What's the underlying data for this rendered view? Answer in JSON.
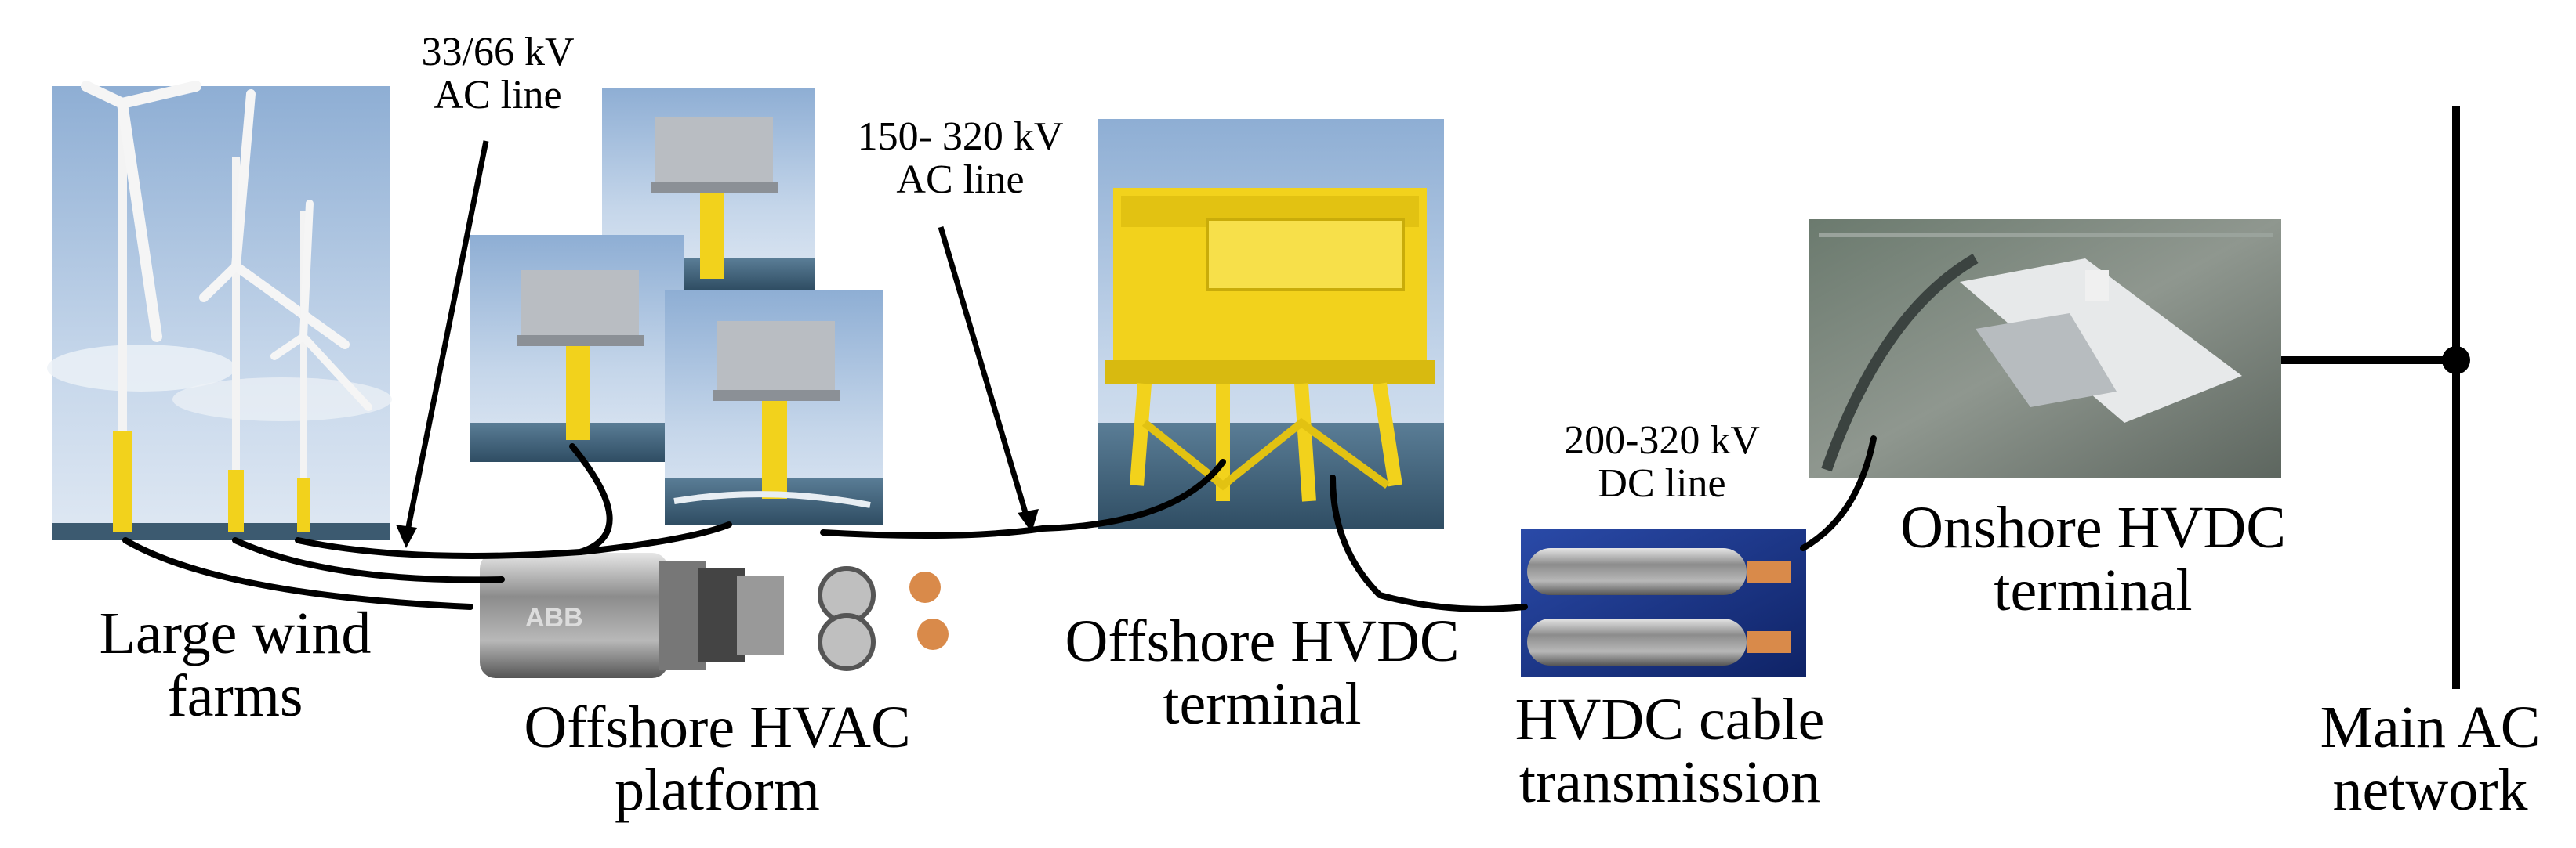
{
  "labels": {
    "wind_farms": "Large wind\nfarms",
    "ac_line_low": "33/66 kV\nAC line",
    "ac_line_high": "150- 320 kV\nAC line",
    "hvac_platform": "Offshore HVAC\nplatform",
    "offshore_hvdc": "Offshore HVDC\nterminal",
    "dc_line": "200-320 kV\nDC line",
    "hvdc_cable": "HVDC cable\ntransmission",
    "onshore_hvdc": "Onshore HVDC\nterminal",
    "main_ac": "Main AC\nnetwork"
  },
  "logos": {
    "cable_brand": "ABB"
  },
  "colors": {
    "sky": "#9fb9d8",
    "sea": "#4f6e86",
    "yellow": "#f2d21c",
    "platform_gray": "#b9bdc2",
    "cable_blue": "#1d3a8c",
    "copper": "#d98a4a",
    "line": "#000000"
  }
}
